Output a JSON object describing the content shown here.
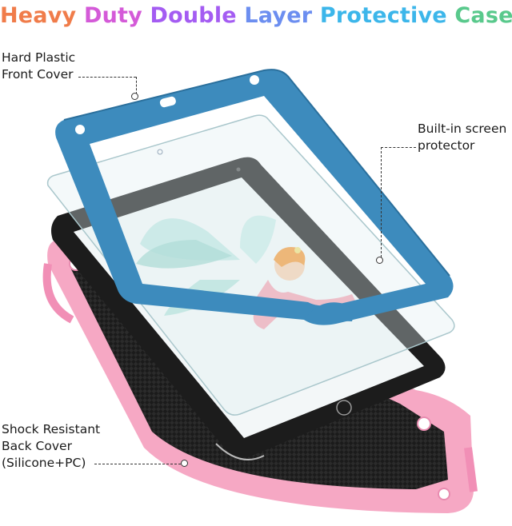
{
  "title": {
    "words": [
      "Heavy",
      "Duty",
      "Double",
      "Layer",
      "Protective",
      "Case"
    ],
    "colors": [
      "#f07c4a",
      "#d45ad8",
      "#a45cf2",
      "#6c8ef0",
      "#3cb6ea",
      "#59c98c"
    ]
  },
  "callouts": {
    "front_cover": [
      "Hard Plastic",
      "Front Cover"
    ],
    "screen_protector": [
      "Built-in screen",
      "protector"
    ],
    "back_cover": [
      "Shock Resistant",
      "Back Cover",
      "(Silicone+PC)"
    ]
  },
  "colors": {
    "front_cover": "#3d8bbd",
    "back_cover": "#f6a8c4",
    "tablet": "#1c1c1c",
    "screen_glass": "#dfeff2"
  },
  "icons": {
    "illustration": "fairy-illustration",
    "home_button": "home-button-icon"
  }
}
